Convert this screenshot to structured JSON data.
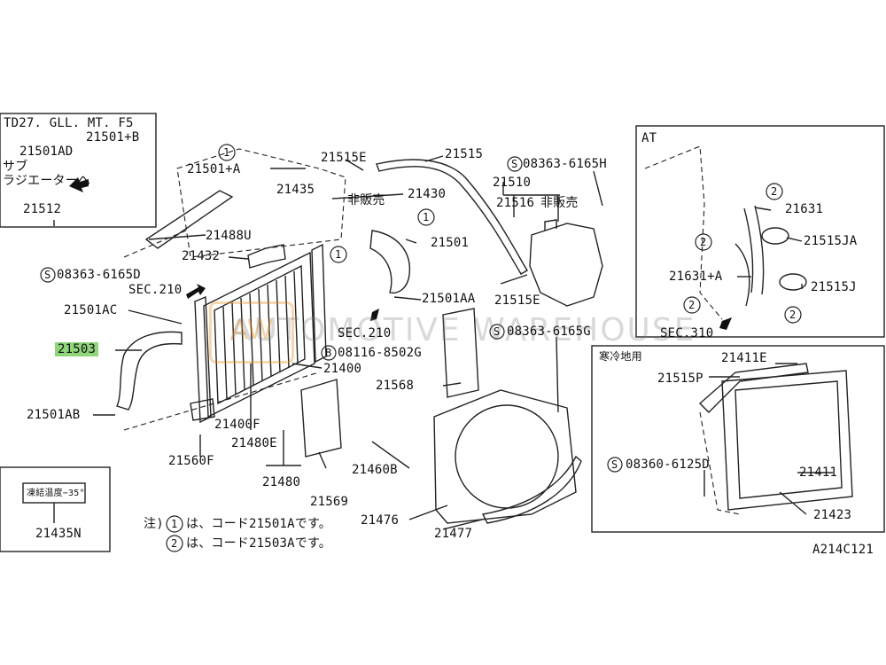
{
  "labels": {
    "inset_td27": "TD27. GLL. MT. F5",
    "p21501AD": "21501AD",
    "p21501B": "21501+B",
    "sub_radiator_1": "サブ",
    "sub_radiator_2": "ラジエーターへ",
    "p21512": "21512",
    "p21501A": "21501+A",
    "p21515E_top": "21515E",
    "p21515": "21515",
    "p21435": "21435",
    "p21430": "21430",
    "not_sold_1": "非販売",
    "p21488U": "21488U",
    "p21432": "21432",
    "p21501": "21501",
    "s08363_6165D": "08363-6165D",
    "sec210_a": "SEC.210",
    "p21501AA": "21501AA",
    "p21501AC": "21501AC",
    "sec210_b": "SEC.210",
    "p21503": "21503",
    "b08116_8502G": "08116-8502G",
    "p21400": "21400",
    "p21501AB": "21501AB",
    "p21400F": "21400F",
    "p21480E": "21480E",
    "p21560F": "21560F",
    "p21480": "21480",
    "p21569": "21569",
    "p21460B": "21460B",
    "p21476": "21476",
    "p21477": "21477",
    "p21568": "21568",
    "s08363_6165H": "08363-6165H",
    "p21510": "21510",
    "p21516": "21516",
    "not_sold_2": "非販売",
    "p21515E_mid": "21515E",
    "s08363_6165G": "08363-6165G",
    "at": "AT",
    "p21631": "21631",
    "p21515JA": "21515JA",
    "p21631A": "21631+A",
    "p21515J": "21515J",
    "sec310": "SEC.310",
    "cold_region": "寒冷地用",
    "p21411E": "21411E",
    "p21515P": "21515P",
    "s08360_6125D": "08360-6125D",
    "p21411": "21411",
    "p21423": "21423",
    "antifreeze_label": "凍結温度−35°",
    "p21435N": "21435N",
    "note_prefix": "注)",
    "note_1": "は、コード21501Aです。",
    "note_2": "は、コード21503Aです。",
    "diagram_code": "A214C121",
    "circle_1": "1",
    "circle_2": "2",
    "s_mark": "S",
    "b_mark": "B",
    "watermark": "AUTOMOTIVE WAREHOUSE",
    "watermark_logo": "AW"
  },
  "colors": {
    "highlight": "#8fd67a",
    "line": "#222222"
  }
}
